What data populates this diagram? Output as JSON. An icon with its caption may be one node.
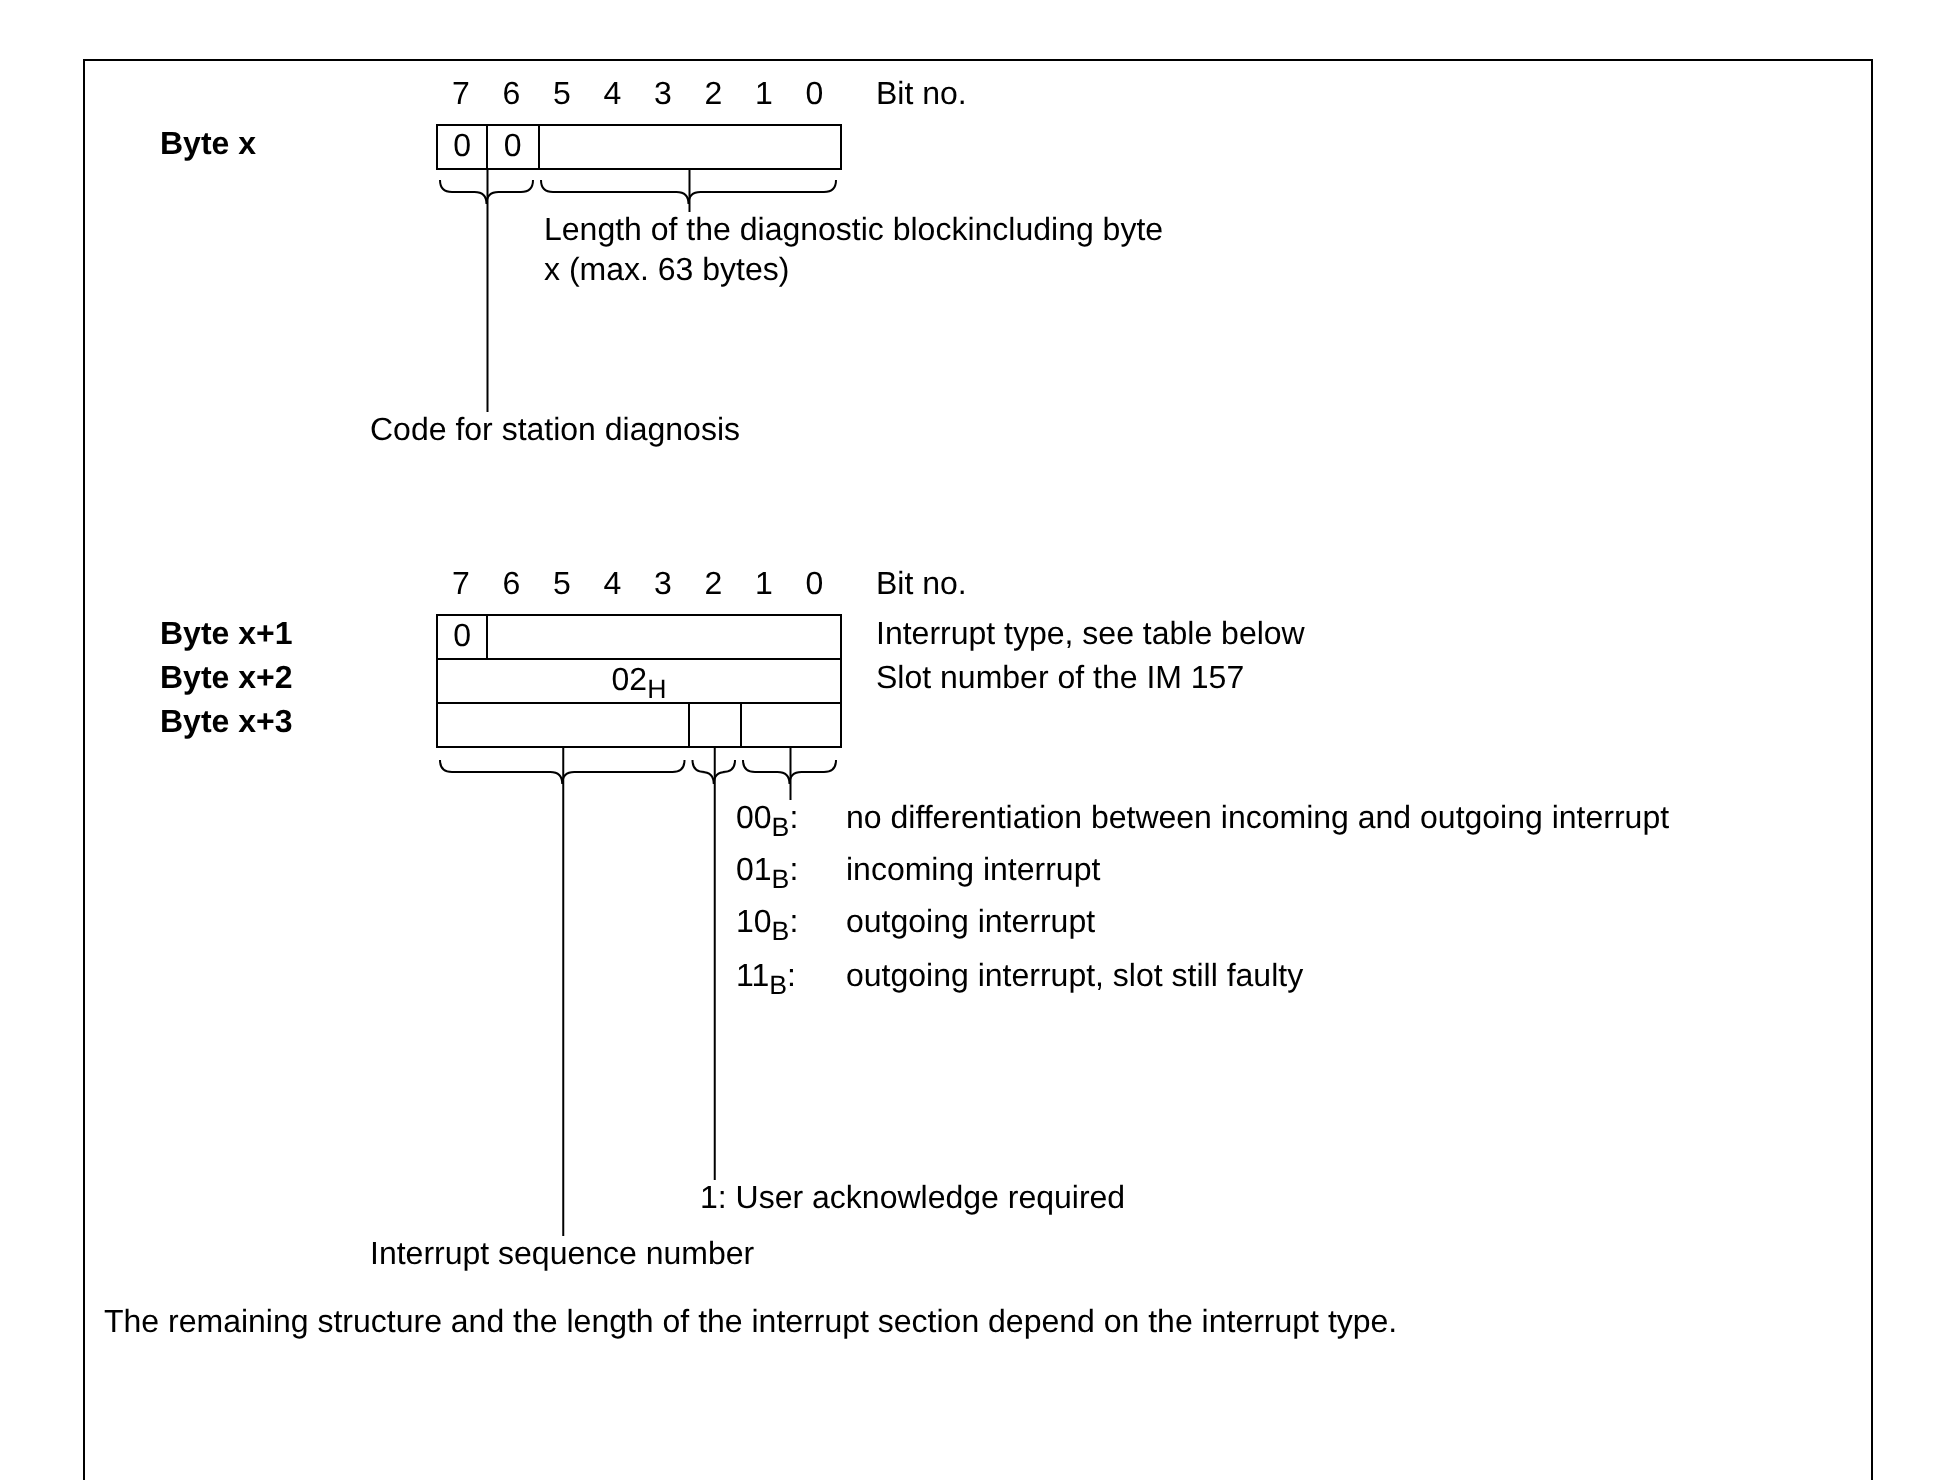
{
  "diagram": {
    "nodes": [
      {
        "text": [
          "0"
        ]
      },
      {
        "text": [
          "0"
        ]
      },
      {
        "text": [],
        "shape": "box"
      },
      {
        "text": [
          "Length of the diagnostic blockincluding byte x (max. 63 bytes)"
        ]
      },
      {
        "text": [
          "Code for station diagnosis"
        ]
      },
      {
        "text": [
          "0"
        ]
      },
      {
        "text": [],
        "shape": "box"
      },
      {
        "text": [
          "02$_{H}$"
        ]
      },
      {
        "text": [],
        "shape": "box"
      },
      {
        "text": [],
        "shape": "box"
      },
      {
        "text": [],
        "shape": "box"
      },
      {
        "text": [
          "00$_{B}$:",
          "no differentiation between incoming and outgoing interrupt",
          "01$_{B}$:",
          "incoming interrupt",
          "10$_{B}$:",
          "outgoing interrupt",
          "11$_{B}$:",
          "outgoing interrupt, slot still faulty"
        ]
      },
      {
        "text": [
          "1: User acknowledge required"
        ]
      },
      {
        "text": [
          "Interrupt sequence number"
        ]
      }
    ],
    "edges": [
      {
        "from": 3,
        "to": 2,
        "arrow": "none"
      },
      {
        "from": 4,
        "to": 0,
        "arrow": "none"
      },
      {
        "from": 4,
        "to": 1,
        "arrow": "none"
      },
      {
        "from": 11,
        "to": 10,
        "arrow": "none"
      },
      {
        "from": 12,
        "to": 9,
        "arrow": "none"
      },
      {
        "from": 13,
        "to": 8,
        "arrow": "none"
      }
    ],
    "labels": [
      "7",
      "6",
      "5",
      "4",
      "3",
      "2",
      "1",
      "0",
      "Bit no.",
      "Byte x",
      "7",
      "6",
      "5",
      "4",
      "3",
      "2",
      "1",
      "0",
      "Bit no.",
      "Byte x+1",
      "Interrupt type, see table below",
      "Byte x+2",
      "Slot number of the IM 157",
      "Byte x+3",
      "The remaining structure and the length of the interrupt section depend on the interrupt type."
    ]
  }
}
